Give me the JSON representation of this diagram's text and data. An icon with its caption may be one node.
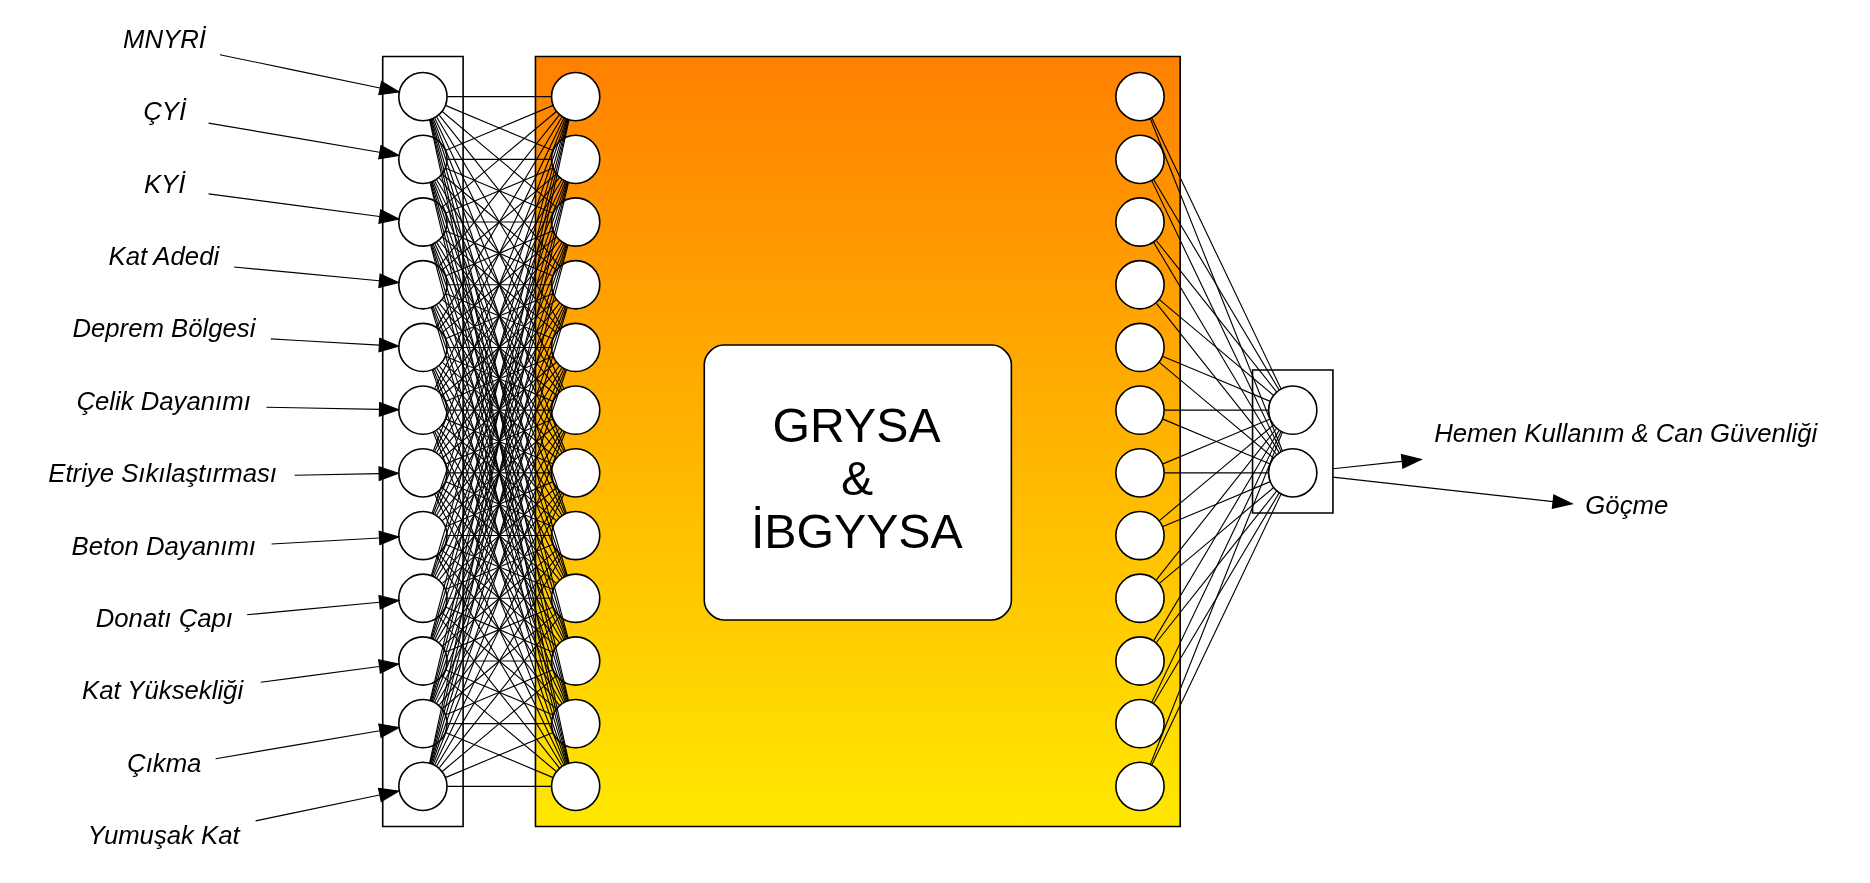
{
  "diagram": {
    "nodes": [
      {
        "text": [
          "MNYRİ"
        ]
      },
      {
        "text": [
          "ÇYİ"
        ]
      },
      {
        "text": [
          "KYİ"
        ]
      },
      {
        "text": [
          "Kat Adedi"
        ]
      },
      {
        "text": [
          "Deprem Bölgesi"
        ]
      },
      {
        "text": [
          "Çelik Dayanımı"
        ]
      },
      {
        "text": [
          "Etriye Sıkılaştırması"
        ]
      },
      {
        "text": [
          "Beton Dayanımı"
        ]
      },
      {
        "text": [
          "Donatı Çapı"
        ]
      },
      {
        "text": [
          "Kat Yüksekliği"
        ]
      },
      {
        "text": [
          "Çıkma"
        ]
      },
      {
        "text": [
          "Yumuşak Kat"
        ]
      },
      {
        "text": [],
        "shape": "box"
      },
      {
        "text": [],
        "shape": "circle",
        "in": 12
      },
      {
        "text": [],
        "shape": "circle",
        "in": 12
      },
      {
        "text": [],
        "shape": "circle",
        "in": 12
      },
      {
        "text": [],
        "shape": "circle",
        "in": 12
      },
      {
        "text": [],
        "shape": "circle",
        "in": 12
      },
      {
        "text": [],
        "shape": "circle",
        "in": 12
      },
      {
        "text": [],
        "shape": "circle",
        "in": 12
      },
      {
        "text": [],
        "shape": "circle",
        "in": 12
      },
      {
        "text": [],
        "shape": "circle",
        "in": 12
      },
      {
        "text": [],
        "shape": "circle",
        "in": 12
      },
      {
        "text": [],
        "shape": "circle",
        "in": 12
      },
      {
        "text": [],
        "shape": "circle",
        "in": 12
      },
      {
        "text": [],
        "shape": "box"
      },
      {
        "text": [],
        "shape": "circle",
        "in": 25
      },
      {
        "text": [],
        "shape": "circle",
        "in": 25
      },
      {
        "text": [],
        "shape": "circle",
        "in": 25
      },
      {
        "text": [],
        "shape": "circle",
        "in": 25
      },
      {
        "text": [],
        "shape": "circle",
        "in": 25
      },
      {
        "text": [],
        "shape": "circle",
        "in": 25
      },
      {
        "text": [],
        "shape": "circle",
        "in": 25
      },
      {
        "text": [],
        "shape": "circle",
        "in": 25
      },
      {
        "text": [],
        "shape": "circle",
        "in": 25
      },
      {
        "text": [],
        "shape": "circle",
        "in": 25
      },
      {
        "text": [],
        "shape": "circle",
        "in": 25
      },
      {
        "text": [],
        "shape": "circle",
        "in": 25
      },
      {
        "text": [
          "GRYSA & İBGYYSA"
        ],
        "in": 25
      },
      {
        "text": [],
        "shape": "circle",
        "in": 25
      },
      {
        "text": [],
        "shape": "circle",
        "in": 25
      },
      {
        "text": [],
        "shape": "circle",
        "in": 25
      },
      {
        "text": [],
        "shape": "circle",
        "in": 25
      },
      {
        "text": [],
        "shape": "circle",
        "in": 25
      },
      {
        "text": [],
        "shape": "circle",
        "in": 25
      },
      {
        "text": [],
        "shape": "circle",
        "in": 25
      },
      {
        "text": [],
        "shape": "circle",
        "in": 25
      },
      {
        "text": [],
        "shape": "circle",
        "in": 25
      },
      {
        "text": [],
        "shape": "circle",
        "in": 25
      },
      {
        "text": [],
        "shape": "circle",
        "in": 25
      },
      {
        "text": [],
        "shape": "circle",
        "in": 25
      },
      {
        "text": [],
        "shape": "box"
      },
      {
        "text": [],
        "shape": "circle",
        "in": 51
      },
      {
        "text": [],
        "shape": "circle",
        "in": 51
      },
      {
        "text": [
          "Hemen Kullanım & Can Güvenliği"
        ]
      },
      {
        "text": [
          "Göçme"
        ]
      }
    ],
    "edges": [
      {
        "from": 0,
        "to": 13,
        "arrow": "to"
      },
      {
        "from": 1,
        "to": 14,
        "arrow": "to"
      },
      {
        "from": 2,
        "to": 15,
        "arrow": "to"
      },
      {
        "from": 3,
        "to": 16,
        "arrow": "to"
      },
      {
        "from": 4,
        "to": 17,
        "arrow": "to"
      },
      {
        "from": 5,
        "to": 18,
        "arrow": "to"
      },
      {
        "from": 6,
        "to": 19,
        "arrow": "to"
      },
      {
        "from": 7,
        "to": 20,
        "arrow": "to"
      },
      {
        "from": 8,
        "to": 21,
        "arrow": "to"
      },
      {
        "from": 9,
        "to": 22,
        "arrow": "to"
      },
      {
        "from": 10,
        "to": 23,
        "arrow": "to"
      },
      {
        "from": 11,
        "to": 24,
        "arrow": "to"
      },
      {
        "from": 13,
        "to": 26,
        "arrow": "none"
      },
      {
        "from": 13,
        "to": 27,
        "arrow": "none"
      },
      {
        "from": 13,
        "to": 28,
        "arrow": "none"
      },
      {
        "from": 13,
        "to": 29,
        "arrow": "none"
      },
      {
        "from": 13,
        "to": 30,
        "arrow": "none"
      },
      {
        "from": 13,
        "to": 31,
        "arrow": "none"
      },
      {
        "from": 13,
        "to": 32,
        "arrow": "none"
      },
      {
        "from": 13,
        "to": 33,
        "arrow": "none"
      },
      {
        "from": 13,
        "to": 34,
        "arrow": "none"
      },
      {
        "from": 13,
        "to": 35,
        "arrow": "none"
      },
      {
        "from": 13,
        "to": 36,
        "arrow": "none"
      },
      {
        "from": 13,
        "to": 37,
        "arrow": "none"
      },
      {
        "from": 14,
        "to": 26,
        "arrow": "none"
      },
      {
        "from": 14,
        "to": 27,
        "arrow": "none"
      },
      {
        "from": 14,
        "to": 28,
        "arrow": "none"
      },
      {
        "from": 14,
        "to": 29,
        "arrow": "none"
      },
      {
        "from": 14,
        "to": 30,
        "arrow": "none"
      },
      {
        "from": 14,
        "to": 31,
        "arrow": "none"
      },
      {
        "from": 14,
        "to": 32,
        "arrow": "none"
      },
      {
        "from": 14,
        "to": 33,
        "arrow": "none"
      },
      {
        "from": 14,
        "to": 34,
        "arrow": "none"
      },
      {
        "from": 14,
        "to": 35,
        "arrow": "none"
      },
      {
        "from": 14,
        "to": 36,
        "arrow": "none"
      },
      {
        "from": 14,
        "to": 37,
        "arrow": "none"
      },
      {
        "from": 15,
        "to": 26,
        "arrow": "none"
      },
      {
        "from": 15,
        "to": 27,
        "arrow": "none"
      },
      {
        "from": 15,
        "to": 28,
        "arrow": "none"
      },
      {
        "from": 15,
        "to": 29,
        "arrow": "none"
      },
      {
        "from": 15,
        "to": 30,
        "arrow": "none"
      },
      {
        "from": 15,
        "to": 31,
        "arrow": "none"
      },
      {
        "from": 15,
        "to": 32,
        "arrow": "none"
      },
      {
        "from": 15,
        "to": 33,
        "arrow": "none"
      },
      {
        "from": 15,
        "to": 34,
        "arrow": "none"
      },
      {
        "from": 15,
        "to": 35,
        "arrow": "none"
      },
      {
        "from": 15,
        "to": 36,
        "arrow": "none"
      },
      {
        "from": 15,
        "to": 37,
        "arrow": "none"
      },
      {
        "from": 16,
        "to": 26,
        "arrow": "none"
      },
      {
        "from": 16,
        "to": 27,
        "arrow": "none"
      },
      {
        "from": 16,
        "to": 28,
        "arrow": "none"
      },
      {
        "from": 16,
        "to": 29,
        "arrow": "none"
      },
      {
        "from": 16,
        "to": 30,
        "arrow": "none"
      },
      {
        "from": 16,
        "to": 31,
        "arrow": "none"
      },
      {
        "from": 16,
        "to": 32,
        "arrow": "none"
      },
      {
        "from": 16,
        "to": 33,
        "arrow": "none"
      },
      {
        "from": 16,
        "to": 34,
        "arrow": "none"
      },
      {
        "from": 16,
        "to": 35,
        "arrow": "none"
      },
      {
        "from": 16,
        "to": 36,
        "arrow": "none"
      },
      {
        "from": 16,
        "to": 37,
        "arrow": "none"
      },
      {
        "from": 17,
        "to": 26,
        "arrow": "none"
      },
      {
        "from": 17,
        "to": 27,
        "arrow": "none"
      },
      {
        "from": 17,
        "to": 28,
        "arrow": "none"
      },
      {
        "from": 17,
        "to": 29,
        "arrow": "none"
      },
      {
        "from": 17,
        "to": 30,
        "arrow": "none"
      },
      {
        "from": 17,
        "to": 31,
        "arrow": "none"
      },
      {
        "from": 17,
        "to": 32,
        "arrow": "none"
      },
      {
        "from": 17,
        "to": 33,
        "arrow": "none"
      },
      {
        "from": 17,
        "to": 34,
        "arrow": "none"
      },
      {
        "from": 17,
        "to": 35,
        "arrow": "none"
      },
      {
        "from": 17,
        "to": 36,
        "arrow": "none"
      },
      {
        "from": 17,
        "to": 37,
        "arrow": "none"
      },
      {
        "from": 18,
        "to": 26,
        "arrow": "none"
      },
      {
        "from": 18,
        "to": 27,
        "arrow": "none"
      },
      {
        "from": 18,
        "to": 28,
        "arrow": "none"
      },
      {
        "from": 18,
        "to": 29,
        "arrow": "none"
      },
      {
        "from": 18,
        "to": 30,
        "arrow": "none"
      },
      {
        "from": 18,
        "to": 31,
        "arrow": "none"
      },
      {
        "from": 18,
        "to": 32,
        "arrow": "none"
      },
      {
        "from": 18,
        "to": 33,
        "arrow": "none"
      },
      {
        "from": 18,
        "to": 34,
        "arrow": "none"
      },
      {
        "from": 18,
        "to": 35,
        "arrow": "none"
      },
      {
        "from": 18,
        "to": 36,
        "arrow": "none"
      },
      {
        "from": 18,
        "to": 37,
        "arrow": "none"
      },
      {
        "from": 19,
        "to": 26,
        "arrow": "none"
      },
      {
        "from": 19,
        "to": 27,
        "arrow": "none"
      },
      {
        "from": 19,
        "to": 28,
        "arrow": "none"
      },
      {
        "from": 19,
        "to": 29,
        "arrow": "none"
      },
      {
        "from": 19,
        "to": 30,
        "arrow": "none"
      },
      {
        "from": 19,
        "to": 31,
        "arrow": "none"
      },
      {
        "from": 19,
        "to": 32,
        "arrow": "none"
      },
      {
        "from": 19,
        "to": 33,
        "arrow": "none"
      },
      {
        "from": 19,
        "to": 34,
        "arrow": "none"
      },
      {
        "from": 19,
        "to": 35,
        "arrow": "none"
      },
      {
        "from": 19,
        "to": 36,
        "arrow": "none"
      },
      {
        "from": 19,
        "to": 37,
        "arrow": "none"
      },
      {
        "from": 20,
        "to": 26,
        "arrow": "none"
      },
      {
        "from": 20,
        "to": 27,
        "arrow": "none"
      },
      {
        "from": 20,
        "to": 28,
        "arrow": "none"
      },
      {
        "from": 20,
        "to": 29,
        "arrow": "none"
      },
      {
        "from": 20,
        "to": 30,
        "arrow": "none"
      },
      {
        "from": 20,
        "to": 31,
        "arrow": "none"
      },
      {
        "from": 20,
        "to": 32,
        "arrow": "none"
      },
      {
        "from": 20,
        "to": 33,
        "arrow": "none"
      },
      {
        "from": 20,
        "to": 34,
        "arrow": "none"
      },
      {
        "from": 20,
        "to": 35,
        "arrow": "none"
      },
      {
        "from": 20,
        "to": 36,
        "arrow": "none"
      },
      {
        "from": 20,
        "to": 37,
        "arrow": "none"
      },
      {
        "from": 21,
        "to": 26,
        "arrow": "none"
      },
      {
        "from": 21,
        "to": 27,
        "arrow": "none"
      },
      {
        "from": 21,
        "to": 28,
        "arrow": "none"
      },
      {
        "from": 21,
        "to": 29,
        "arrow": "none"
      },
      {
        "from": 21,
        "to": 30,
        "arrow": "none"
      },
      {
        "from": 21,
        "to": 31,
        "arrow": "none"
      },
      {
        "from": 21,
        "to": 32,
        "arrow": "none"
      },
      {
        "from": 21,
        "to": 33,
        "arrow": "none"
      },
      {
        "from": 21,
        "to": 34,
        "arrow": "none"
      },
      {
        "from": 21,
        "to": 35,
        "arrow": "none"
      },
      {
        "from": 21,
        "to": 36,
        "arrow": "none"
      },
      {
        "from": 21,
        "to": 37,
        "arrow": "none"
      },
      {
        "from": 22,
        "to": 26,
        "arrow": "none"
      },
      {
        "from": 22,
        "to": 27,
        "arrow": "none"
      },
      {
        "from": 22,
        "to": 28,
        "arrow": "none"
      },
      {
        "from": 22,
        "to": 29,
        "arrow": "none"
      },
      {
        "from": 22,
        "to": 30,
        "arrow": "none"
      },
      {
        "from": 22,
        "to": 31,
        "arrow": "none"
      },
      {
        "from": 22,
        "to": 32,
        "arrow": "none"
      },
      {
        "from": 22,
        "to": 33,
        "arrow": "none"
      },
      {
        "from": 22,
        "to": 34,
        "arrow": "none"
      },
      {
        "from": 22,
        "to": 35,
        "arrow": "none"
      },
      {
        "from": 22,
        "to": 36,
        "arrow": "none"
      },
      {
        "from": 22,
        "to": 37,
        "arrow": "none"
      },
      {
        "from": 23,
        "to": 26,
        "arrow": "none"
      },
      {
        "from": 23,
        "to": 27,
        "arrow": "none"
      },
      {
        "from": 23,
        "to": 28,
        "arrow": "none"
      },
      {
        "from": 23,
        "to": 29,
        "arrow": "none"
      },
      {
        "from": 23,
        "to": 30,
        "arrow": "none"
      },
      {
        "from": 23,
        "to": 31,
        "arrow": "none"
      },
      {
        "from": 23,
        "to": 32,
        "arrow": "none"
      },
      {
        "from": 23,
        "to": 33,
        "arrow": "none"
      },
      {
        "from": 23,
        "to": 34,
        "arrow": "none"
      },
      {
        "from": 23,
        "to": 35,
        "arrow": "none"
      },
      {
        "from": 23,
        "to": 36,
        "arrow": "none"
      },
      {
        "from": 23,
        "to": 37,
        "arrow": "none"
      },
      {
        "from": 24,
        "to": 26,
        "arrow": "none"
      },
      {
        "from": 24,
        "to": 27,
        "arrow": "none"
      },
      {
        "from": 24,
        "to": 28,
        "arrow": "none"
      },
      {
        "from": 24,
        "to": 29,
        "arrow": "none"
      },
      {
        "from": 24,
        "to": 30,
        "arrow": "none"
      },
      {
        "from": 24,
        "to": 31,
        "arrow": "none"
      },
      {
        "from": 24,
        "to": 32,
        "arrow": "none"
      },
      {
        "from": 24,
        "to": 33,
        "arrow": "none"
      },
      {
        "from": 24,
        "to": 34,
        "arrow": "none"
      },
      {
        "from": 24,
        "to": 35,
        "arrow": "none"
      },
      {
        "from": 24,
        "to": 36,
        "arrow": "none"
      },
      {
        "from": 24,
        "to": 37,
        "arrow": "none"
      },
      {
        "from": 39,
        "to": 52,
        "arrow": "none"
      },
      {
        "from": 39,
        "to": 53,
        "arrow": "none"
      },
      {
        "from": 40,
        "to": 52,
        "arrow": "none"
      },
      {
        "from": 40,
        "to": 53,
        "arrow": "none"
      },
      {
        "from": 41,
        "to": 52,
        "arrow": "none"
      },
      {
        "from": 41,
        "to": 53,
        "arrow": "none"
      },
      {
        "from": 42,
        "to": 52,
        "arrow": "none"
      },
      {
        "from": 42,
        "to": 53,
        "arrow": "none"
      },
      {
        "from": 43,
        "to": 52,
        "arrow": "none"
      },
      {
        "from": 43,
        "to": 53,
        "arrow": "none"
      },
      {
        "from": 44,
        "to": 52,
        "arrow": "none"
      },
      {
        "from": 44,
        "to": 53,
        "arrow": "none"
      },
      {
        "from": 45,
        "to": 52,
        "arrow": "none"
      },
      {
        "from": 45,
        "to": 53,
        "arrow": "none"
      },
      {
        "from": 46,
        "to": 52,
        "arrow": "none"
      },
      {
        "from": 46,
        "to": 53,
        "arrow": "none"
      },
      {
        "from": 47,
        "to": 52,
        "arrow": "none"
      },
      {
        "from": 47,
        "to": 53,
        "arrow": "none"
      },
      {
        "from": 48,
        "to": 52,
        "arrow": "none"
      },
      {
        "from": 48,
        "to": 53,
        "arrow": "none"
      },
      {
        "from": 49,
        "to": 52,
        "arrow": "none"
      },
      {
        "from": 49,
        "to": 53,
        "arrow": "none"
      },
      {
        "from": 50,
        "to": 52,
        "arrow": "none"
      },
      {
        "from": 50,
        "to": 53,
        "arrow": "none"
      },
      {
        "from": 51,
        "to": 54,
        "arrow": "to"
      },
      {
        "from": 51,
        "to": 55,
        "arrow": "to"
      }
    ]
  }
}
